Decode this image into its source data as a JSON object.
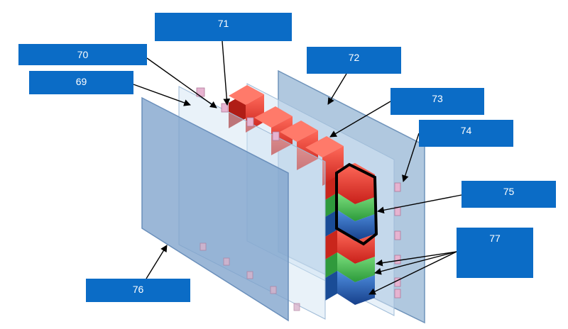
{
  "labels": {
    "l69": "69",
    "l70": "70",
    "l71": "71",
    "l72": "72",
    "l73": "73",
    "l74": "74",
    "l75": "75",
    "l76": "76",
    "l77": "77"
  },
  "colors": {
    "callout": "#0b6cc6",
    "red": "#e8352a",
    "green": "#3fb54a",
    "blue": "#1f5fb5",
    "glass": "#8fb0d2",
    "pad": "#e6b3d0",
    "highlight": "#000000"
  }
}
